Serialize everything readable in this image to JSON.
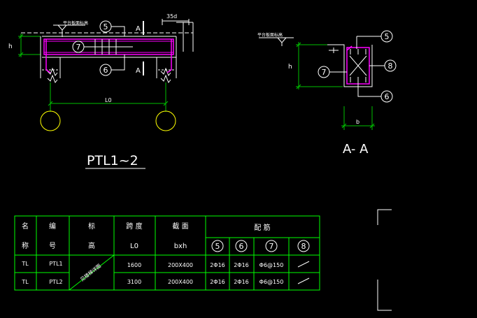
{
  "colors": {
    "background": "#000000",
    "line_white": "#ffffff",
    "line_yellow": "#ffff00",
    "rebar_magenta": "#ff00ff",
    "table_green": "#00ff00",
    "dim_green": "#00c000"
  },
  "elevation_view": {
    "level_label": "平台板面标高",
    "callout_5": "5",
    "callout_6": "6",
    "callout_7": "7",
    "section_mark_top": "A",
    "section_mark_bottom": "A",
    "anchor_dim": "35d",
    "height_label": "h",
    "span_label": "L0",
    "title": "PTL1~2"
  },
  "section_view": {
    "level_label": "平台板面标高",
    "callout_5": "5",
    "callout_6": "6",
    "callout_7": "7",
    "callout_8": "8",
    "height_label": "h",
    "width_label": "b",
    "title": "A- A"
  },
  "schedule_table": {
    "headers": {
      "name_top": "名",
      "name_bottom": "称",
      "code_top": "编",
      "code_bottom": "号",
      "elev_top": "标",
      "elev_bottom": "高",
      "span_top": "跨 度",
      "span_bottom": "L0",
      "section_top": "截 面",
      "section_bottom": "bxh",
      "rebar_top": "配 筋",
      "rebar_5": "5",
      "rebar_6": "6",
      "rebar_7": "7",
      "rebar_8": "8"
    },
    "merged_elevation": "见楼梯详图",
    "rows": [
      {
        "name": "TL",
        "code": "PTL1",
        "span": "1600",
        "section": "200X400",
        "r5": "2Φ16",
        "r6": "2Φ16",
        "r7": "Φ6@150"
      },
      {
        "name": "TL",
        "code": "PTL2",
        "span": "3100",
        "section": "200X400",
        "r5": "2Φ16",
        "r6": "2Φ16",
        "r7": "Φ6@150"
      }
    ]
  }
}
